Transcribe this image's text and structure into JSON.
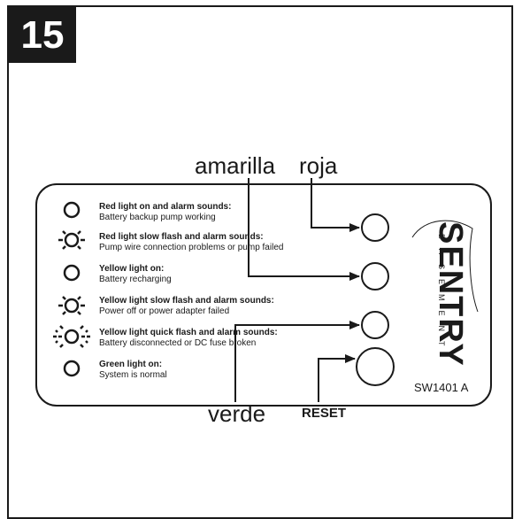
{
  "step_number": "15",
  "labels": {
    "amarilla": "amarilla",
    "roja": "roja",
    "verde": "verde",
    "reset": "RESET"
  },
  "indicators": [
    {
      "title": "Red light on and alarm sounds:",
      "desc": "Battery backup pump working",
      "icon": "light-steady-icon"
    },
    {
      "title": "Red light slow flash and alarm sounds:",
      "desc": "Pump wire connection problems or pump failed",
      "icon": "light-slow-flash-icon"
    },
    {
      "title": "Yellow light on:",
      "desc": "Battery recharging",
      "icon": "light-steady-icon"
    },
    {
      "title": "Yellow light slow flash and alarm sounds:",
      "desc": "Power off or power adapter failed",
      "icon": "light-slow-flash-icon"
    },
    {
      "title": "Yellow light quick flash and alarm sounds:",
      "desc": "Battery disconnected or DC fuse broken",
      "icon": "light-quick-flash-icon"
    },
    {
      "title": "Green light on:",
      "desc": "System is normal",
      "icon": "light-steady-icon"
    }
  ],
  "brand": {
    "name": "SENTRY",
    "sub": "BASEMENT"
  },
  "model": "SW1401 A"
}
